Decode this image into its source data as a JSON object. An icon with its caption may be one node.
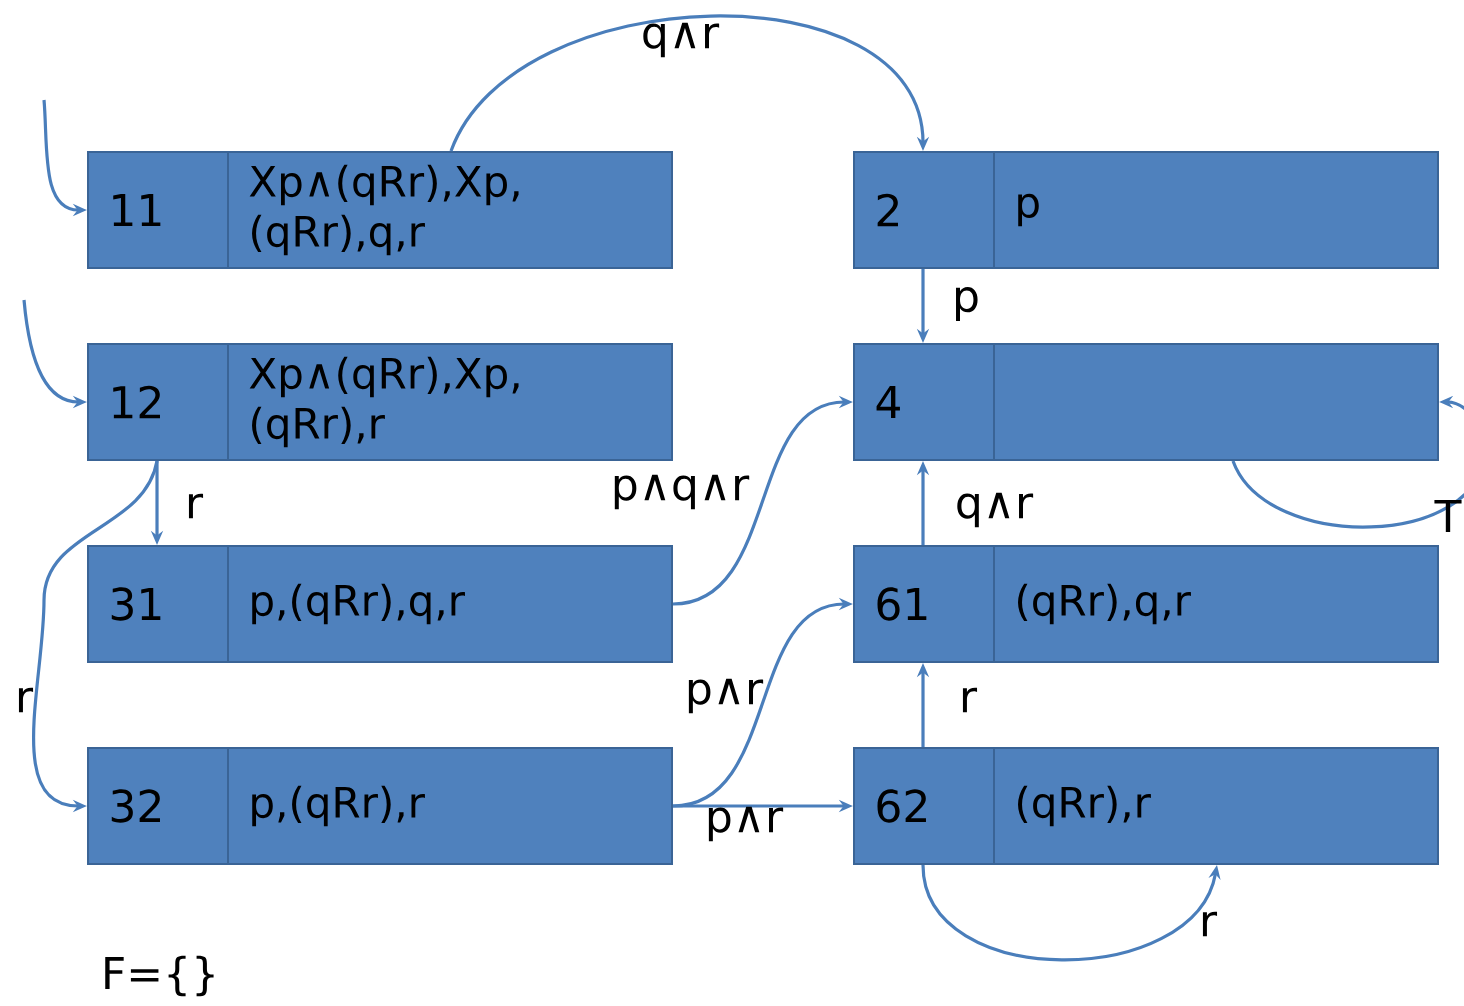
{
  "diagram": {
    "nodes": [
      {
        "text": [
          "11",
          "Xp∧(qRr),Xp, (qRr),q,r"
        ]
      },
      {
        "text": [
          "2",
          "p"
        ]
      },
      {
        "text": [
          "12",
          "Xp∧(qRr),Xp, (qRr),r"
        ]
      },
      {
        "text": [
          "4"
        ]
      },
      {
        "text": [
          "31",
          "p,(qRr),q,r"
        ]
      },
      {
        "text": [
          "61",
          "(qRr),q,r"
        ]
      },
      {
        "text": [
          "32",
          "p,(qRr),r"
        ]
      },
      {
        "text": [
          "62",
          "(qRr),r"
        ]
      }
    ],
    "edges": [
      {
        "from": null,
        "to": 0,
        "arrow": "to"
      },
      {
        "from": null,
        "to": 2,
        "arrow": "to"
      },
      {
        "from": 0,
        "to": 1,
        "arrow": "to",
        "label": "q∧r"
      },
      {
        "from": 1,
        "to": 3,
        "arrow": "to",
        "label": "p"
      },
      {
        "from": 2,
        "to": 4,
        "arrow": "to",
        "label": "r"
      },
      {
        "from": 2,
        "to": 6,
        "arrow": "to",
        "label": "r"
      },
      {
        "from": 4,
        "to": 3,
        "arrow": "to",
        "label": "p∧q∧r"
      },
      {
        "from": 6,
        "to": 5,
        "arrow": "to",
        "label": "p∧r"
      },
      {
        "from": 6,
        "to": 7,
        "arrow": "to",
        "label": "p∧r"
      },
      {
        "from": 5,
        "to": 3,
        "arrow": "to",
        "label": "q∧r"
      },
      {
        "from": 7,
        "to": 5,
        "arrow": "to",
        "label": "r"
      },
      {
        "from": 7,
        "to": 7,
        "arrow": "to",
        "label": "r"
      },
      {
        "from": 3,
        "to": 3,
        "arrow": "to",
        "label": "T"
      }
    ],
    "labels": [
      "F={}"
    ]
  }
}
